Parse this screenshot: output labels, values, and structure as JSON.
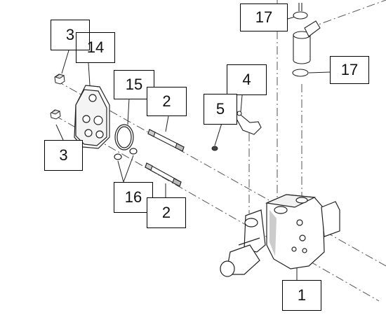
{
  "callouts": {
    "c3_top": "3",
    "c14": "14",
    "c3_bottom": "3",
    "c15": "15",
    "c2_top": "2",
    "c16": "16",
    "c2_bottom": "2",
    "c4": "4",
    "c5": "5",
    "c17_top": "17",
    "c17_right": "17",
    "c1": "1"
  },
  "colors": {
    "line": "#222222",
    "part_fill": "#ffffff",
    "shadow": "#9a9a9a"
  }
}
